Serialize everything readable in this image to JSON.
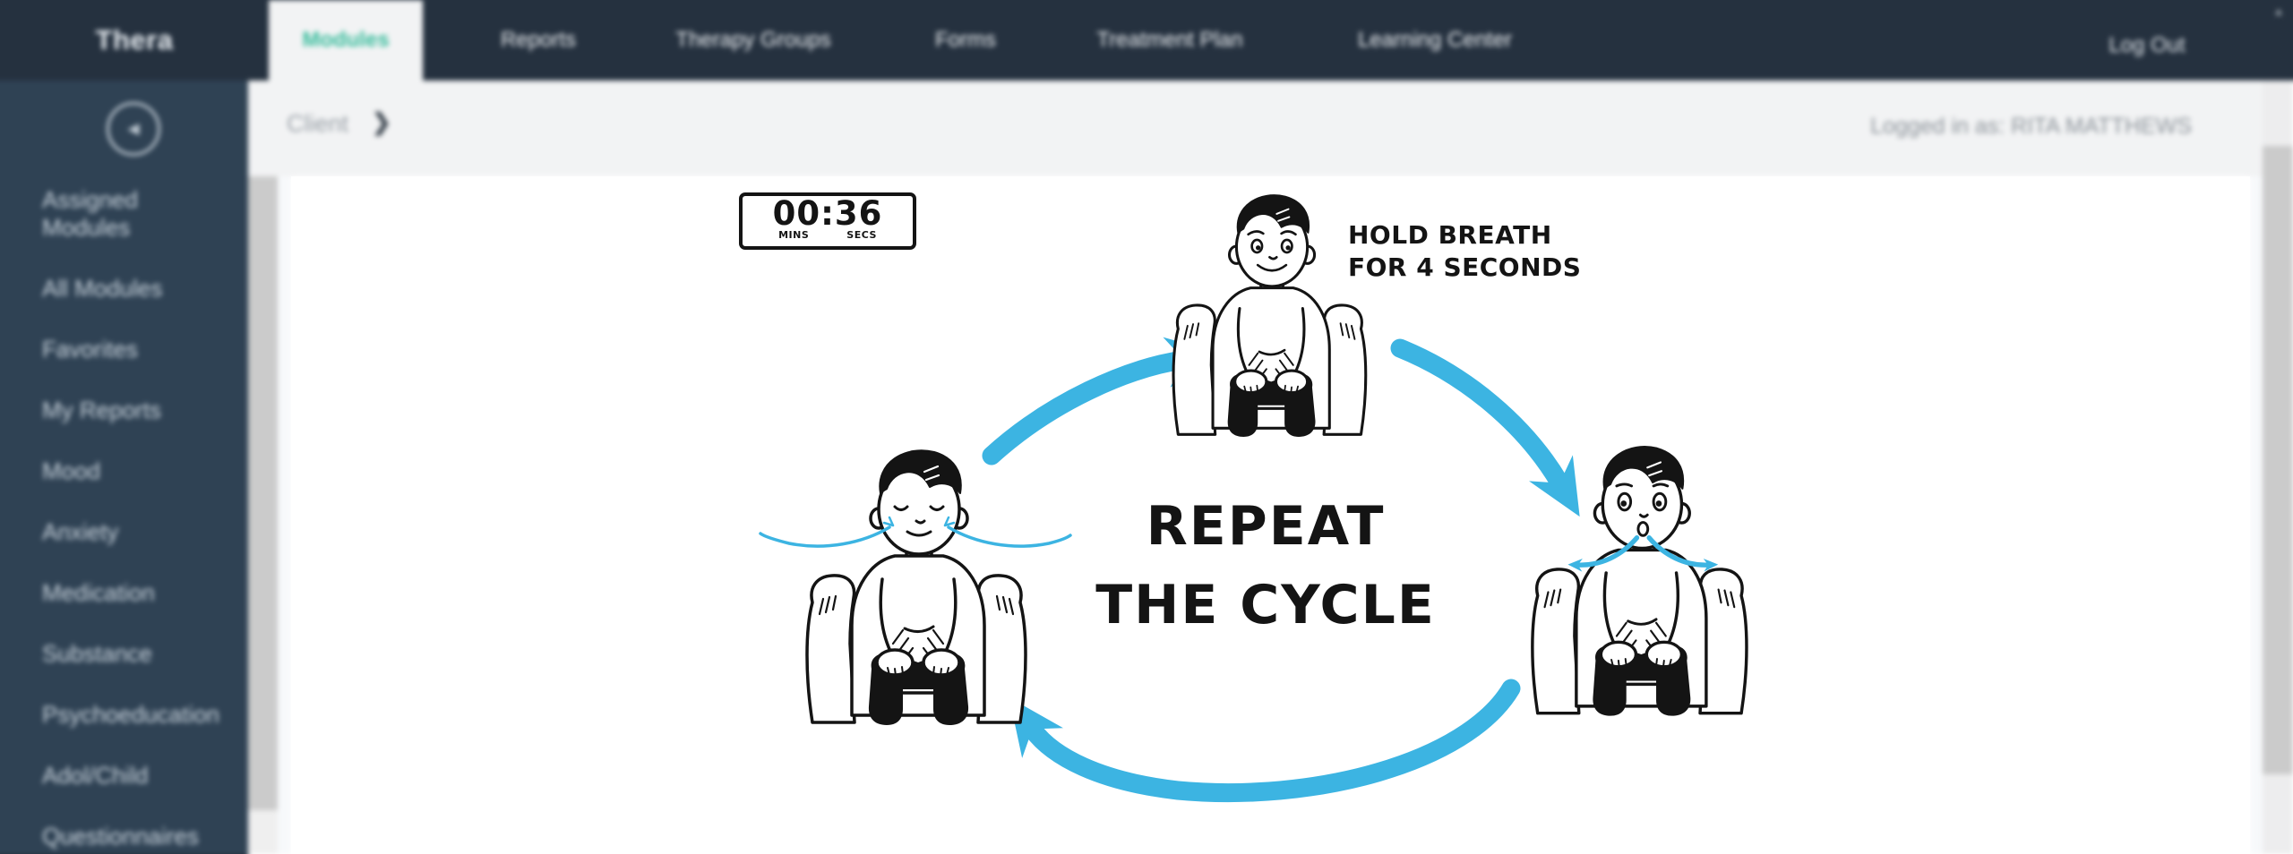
{
  "brand": {
    "name": "Thera"
  },
  "navbar": {
    "tabs": [
      "Modules",
      "Reports",
      "Therapy Groups",
      "Forms",
      "Treatment Plan",
      "Learning Center"
    ],
    "active_tab": "Modules",
    "logout_label": "Log Out"
  },
  "subheader": {
    "breadcrumb": "Client",
    "chevron": "❯",
    "logged_in": "Logged in as: RITA MATTHEWS"
  },
  "sidebar": {
    "back_icon": "◄",
    "items": [
      "Assigned Modules",
      "All Modules",
      "Favorites",
      "My Reports",
      "Mood",
      "Anxiety",
      "Medication",
      "Substance",
      "Psychoeducation",
      "Adol/Child",
      "Questionnaires"
    ]
  },
  "exercise": {
    "timer": {
      "value": "00:36",
      "mins_label": "MINS",
      "secs_label": "SECS"
    },
    "hold_line1": "HOLD BREATH",
    "hold_line2": "FOR 4 SECONDS",
    "center_line1": "REPEAT",
    "center_line2": "THE CYCLE"
  },
  "scrollbar": {
    "up_arrow": "▴"
  },
  "colors": {
    "navbar_dark": "#25313f",
    "sidebar_dark": "#2f4254",
    "accent_teal": "#38bc9c",
    "arrow_blue": "#3cb4e2",
    "ink": "#141414",
    "band_gray": "#f2f3f4"
  }
}
